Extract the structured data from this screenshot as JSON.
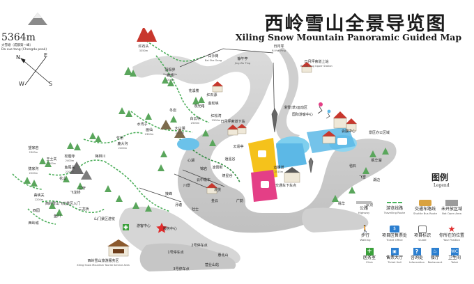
{
  "header": {
    "title_cn": "西岭雪山全景导览图",
    "title_en": "Xiling Snow Mountain Panoramic Guided Map"
  },
  "elevation": {
    "value": "5364m",
    "peak_cn": "大雪塘（成都第一峰）",
    "peak_en": "Da xue tang (Chengdu peak)"
  },
  "compass": {
    "n": "N",
    "e": "E",
    "s": "S",
    "w": "W"
  },
  "colors": {
    "path_gray": "#c9c9c9",
    "forest_green": "#5aa65c",
    "ski_blue": "#5cb8e6",
    "ski_pink": "#e43f86",
    "ski_yellow": "#f5c21b",
    "roof_red": "#c8372d",
    "tourist_route": "#47b35a"
  },
  "labels": [
    {
      "id": "hongshidu",
      "cn": "红石头",
      "en": "3350m"
    },
    {
      "id": "baishaping",
      "cn": "白沙岗",
      "en": "Bai Sha Gang"
    },
    {
      "id": "jingshidong",
      "cn": "静午亭",
      "en": "Jing Wu Ting"
    },
    {
      "id": "rimaoping",
      "cn": "日月坪",
      "en": "Ri Yue Ping"
    },
    {
      "id": "rimaoping-upper",
      "cn": "日月坪索道上站",
      "en": "Ri Yue Ping Upper Station"
    },
    {
      "id": "yinyuanqiao",
      "cn": "阴阳界",
      "en": "Yin Yang Jie"
    },
    {
      "id": "zhengding",
      "cn": "峰顶",
      "en": "3200m"
    },
    {
      "id": "huayilou",
      "cn": "花溪楼",
      "en": ""
    },
    {
      "id": "hongshiyuan",
      "cn": "红石源",
      "en": ""
    },
    {
      "id": "chuanyuan",
      "cn": "观光路",
      "en": ""
    },
    {
      "id": "jinsuxia",
      "cn": "金松峡",
      "en": ""
    },
    {
      "id": "dongyan",
      "cn": "冬岩",
      "en": ""
    },
    {
      "id": "dakouxiang",
      "cn": "大口湘",
      "en": "2400m"
    },
    {
      "id": "huaxian",
      "cn": "画仙",
      "en": "2300m"
    },
    {
      "id": "shuiwanzi",
      "cn": "水湾子",
      "en": ""
    },
    {
      "id": "baiyunsi",
      "cn": "白云寺",
      "en": "2500m"
    },
    {
      "id": "hongsongwan",
      "cn": "红松湾",
      "en": "2500m"
    },
    {
      "id": "zhuqiaoyan",
      "cn": "竹桥",
      "en": ""
    },
    {
      "id": "ludaigou",
      "cn": "鹿大沟",
      "en": "2400m"
    },
    {
      "id": "meilinchuan",
      "cn": "梅林川",
      "en": ""
    },
    {
      "id": "songyansi",
      "cn": "松烟寺",
      "en": "2400m"
    },
    {
      "id": "wangshiguan",
      "cn": "王士关",
      "en": "2300m"
    },
    {
      "id": "wangjiayan",
      "cn": "望家岩",
      "en": "2300m"
    },
    {
      "id": "yuanjiagou",
      "cn": "猿家沟",
      "en": "2200m"
    },
    {
      "id": "yiruoguan",
      "cn": "鱼尾关",
      "en": "2200m"
    },
    {
      "id": "quxiaguan",
      "cn": "曲峡关",
      "en": "2200m"
    },
    {
      "id": "huaihuashan",
      "cn": "花山",
      "en": ""
    },
    {
      "id": "feilongqiao",
      "cn": "飞龙桥",
      "en": ""
    },
    {
      "id": "lanxuan",
      "cn": "兰轩",
      "en": ""
    },
    {
      "id": "sanlongqiao",
      "cn": "三龙桥",
      "en": ""
    },
    {
      "id": "yuchuan",
      "cn": "鱼川",
      "en": ""
    },
    {
      "id": "xiyuan",
      "cn": "西园",
      "en": ""
    },
    {
      "id": "xilingcheng",
      "cn": "西岭城",
      "en": ""
    },
    {
      "id": "shanmen",
      "cn": "山门景区游览",
      "en": ""
    },
    {
      "id": "hualingshan",
      "cn": "西岭雪山飞龙景区入门",
      "en": ""
    },
    {
      "id": "riyueping-lower",
      "cn": "日月坪索道下站",
      "en": ""
    },
    {
      "id": "ski-center",
      "cn": "滑雪(草)运动区",
      "en": ""
    },
    {
      "id": "sports-center",
      "cn": "会展中心",
      "en": ""
    },
    {
      "id": "jingqu-office",
      "cn": "景区办公区域",
      "en": ""
    },
    {
      "id": "fengshuahu",
      "cn": "枫华湖",
      "en": ""
    },
    {
      "id": "yunluopu",
      "cn": "运螺谱",
      "en": "2515m"
    },
    {
      "id": "jiaotong-xiache",
      "cn": "交通车下车点",
      "en": ""
    },
    {
      "id": "lianhuaxing",
      "cn": "国际游客中心",
      "en": ""
    },
    {
      "id": "yunyaoting",
      "cn": "云遥亭",
      "en": ""
    },
    {
      "id": "liaoxinggu",
      "cn": "燎星谷",
      "en": ""
    },
    {
      "id": "xiaoyao",
      "cn": "逍遥谷",
      "en": ""
    },
    {
      "id": "lingxiaojie",
      "cn": "凌霄街",
      "en": ""
    },
    {
      "id": "jinyan",
      "cn": "锦岩",
      "en": ""
    },
    {
      "id": "xinhu",
      "cn": "心湖",
      "en": ""
    },
    {
      "id": "chuanjing",
      "cn": "川景",
      "en": ""
    },
    {
      "id": "jiefeng",
      "cn": "接峰",
      "en": ""
    },
    {
      "id": "yuetang",
      "cn": "月塘",
      "en": ""
    },
    {
      "id": "zhuangshi",
      "cn": "壮士",
      "en": ""
    },
    {
      "id": "jinyun",
      "cn": "金云",
      "en": ""
    },
    {
      "id": "guangyun",
      "cn": "广韵",
      "en": ""
    },
    {
      "id": "manyue",
      "cn": "漫悦",
      "en": ""
    },
    {
      "id": "yun-cable",
      "cn": "云中缆车",
      "en": ""
    },
    {
      "id": "zhanshi",
      "cn": "毡石",
      "en": ""
    },
    {
      "id": "yuanhua",
      "cn": "缘华",
      "en": ""
    },
    {
      "id": "yoursite",
      "cn": "服务中心",
      "en": ""
    },
    {
      "id": "xiling-center",
      "cn": "游客中心",
      "en": ""
    },
    {
      "id": "xialuzhan",
      "cn": "1号停车点",
      "en": ""
    },
    {
      "id": "luzhan2",
      "cn": "2号停车点",
      "en": ""
    },
    {
      "id": "luzhan3",
      "cn": "3号停车点",
      "en": ""
    },
    {
      "id": "chengzi",
      "cn": "惠北山",
      "en": ""
    },
    {
      "id": "jingdian-zhanche",
      "cn": "营业山站",
      "en": ""
    },
    {
      "id": "centre-building",
      "cn": "西岭雪山旅游服务区",
      "en": "Xiling Snow Mountain Tourist Service Area"
    },
    {
      "id": "fei-xue",
      "cn": "飞雪",
      "en": ""
    },
    {
      "id": "hu-bian",
      "cn": "湖边",
      "en": ""
    },
    {
      "id": "quan-ding",
      "cn": "泉顶",
      "en": ""
    }
  ],
  "legend": {
    "title_cn": "图例",
    "title_en": "Legend",
    "items": [
      {
        "id": "road",
        "cn": "公路",
        "en": "Highway",
        "icon": "road-line"
      },
      {
        "id": "tour-route",
        "cn": "游览线路",
        "en": "Travelling Route",
        "icon": "green-dashed-line"
      },
      {
        "id": "shuttle",
        "cn": "交通车路线",
        "en": "Shuttle Bus Route",
        "icon": "bus-icon"
      },
      {
        "id": "unopened",
        "cn": "未开放区域",
        "en": "Not Open Area",
        "icon": "grey-block"
      },
      {
        "id": "walk",
        "cn": "步行",
        "en": "Walking",
        "icon": "walking-icon"
      },
      {
        "id": "ticket",
        "cn": "项目区售票处",
        "en": "Ticket Office",
        "icon": "ticket-icon"
      },
      {
        "id": "marker",
        "cn": "项目标识",
        "en": "Guide",
        "icon": "sign-icon"
      },
      {
        "id": "you-are-here",
        "cn": "你所在的位置",
        "en": "Your Position",
        "icon": "red-star-icon"
      },
      {
        "id": "first-aid",
        "cn": "医务室",
        "en": "Clinic",
        "icon": "first-aid-icon"
      },
      {
        "id": "ticket-hall",
        "cn": "售票大厅",
        "en": "Ticket Hall",
        "icon": "ticket-hall-icon"
      },
      {
        "id": "info",
        "cn": "咨询处",
        "en": "Information",
        "icon": "info-icon"
      },
      {
        "id": "restaurant",
        "cn": "餐厅",
        "en": "Restaurant",
        "icon": "restaurant-icon"
      },
      {
        "id": "toilet",
        "cn": "卫生间",
        "en": "Toilet",
        "icon": "toilet-icon"
      }
    ]
  }
}
